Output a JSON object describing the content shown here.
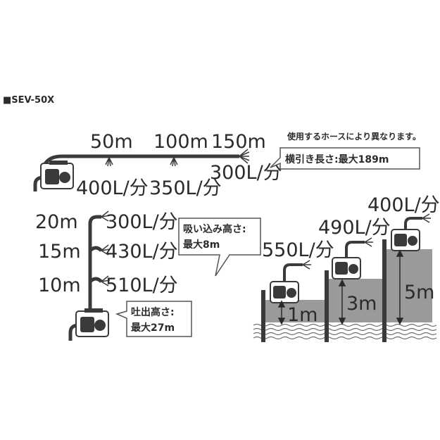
{
  "model_label": "■SEV-50X",
  "horizontal": {
    "note": "使用するホースにより異なります。",
    "callout": "横引き長さ:最大189m",
    "distances": [
      "50m",
      "100m",
      "150m"
    ],
    "flows": [
      "400L/分",
      "350L/分",
      "300L/分"
    ]
  },
  "vertical": {
    "heights": [
      "20m",
      "15m",
      "10m"
    ],
    "flows": [
      "300L/分",
      "430L/分",
      "510L/分"
    ],
    "callout_line1": "吐出高さ:",
    "callout_line2": "最大27m"
  },
  "suction": {
    "callout_line1": "吸い込み高さ:",
    "callout_line2": "最大8m",
    "flows": [
      "550L/分",
      "490L/分",
      "400L/分"
    ],
    "depths": [
      "1m",
      "3m",
      "5m"
    ]
  },
  "colors": {
    "ink": "#2b2b2b",
    "pipe": "#3a3a3a",
    "gray_fill": "#9a9a9a",
    "water_lines": "#6e6e6e",
    "box_border": "#555555"
  }
}
